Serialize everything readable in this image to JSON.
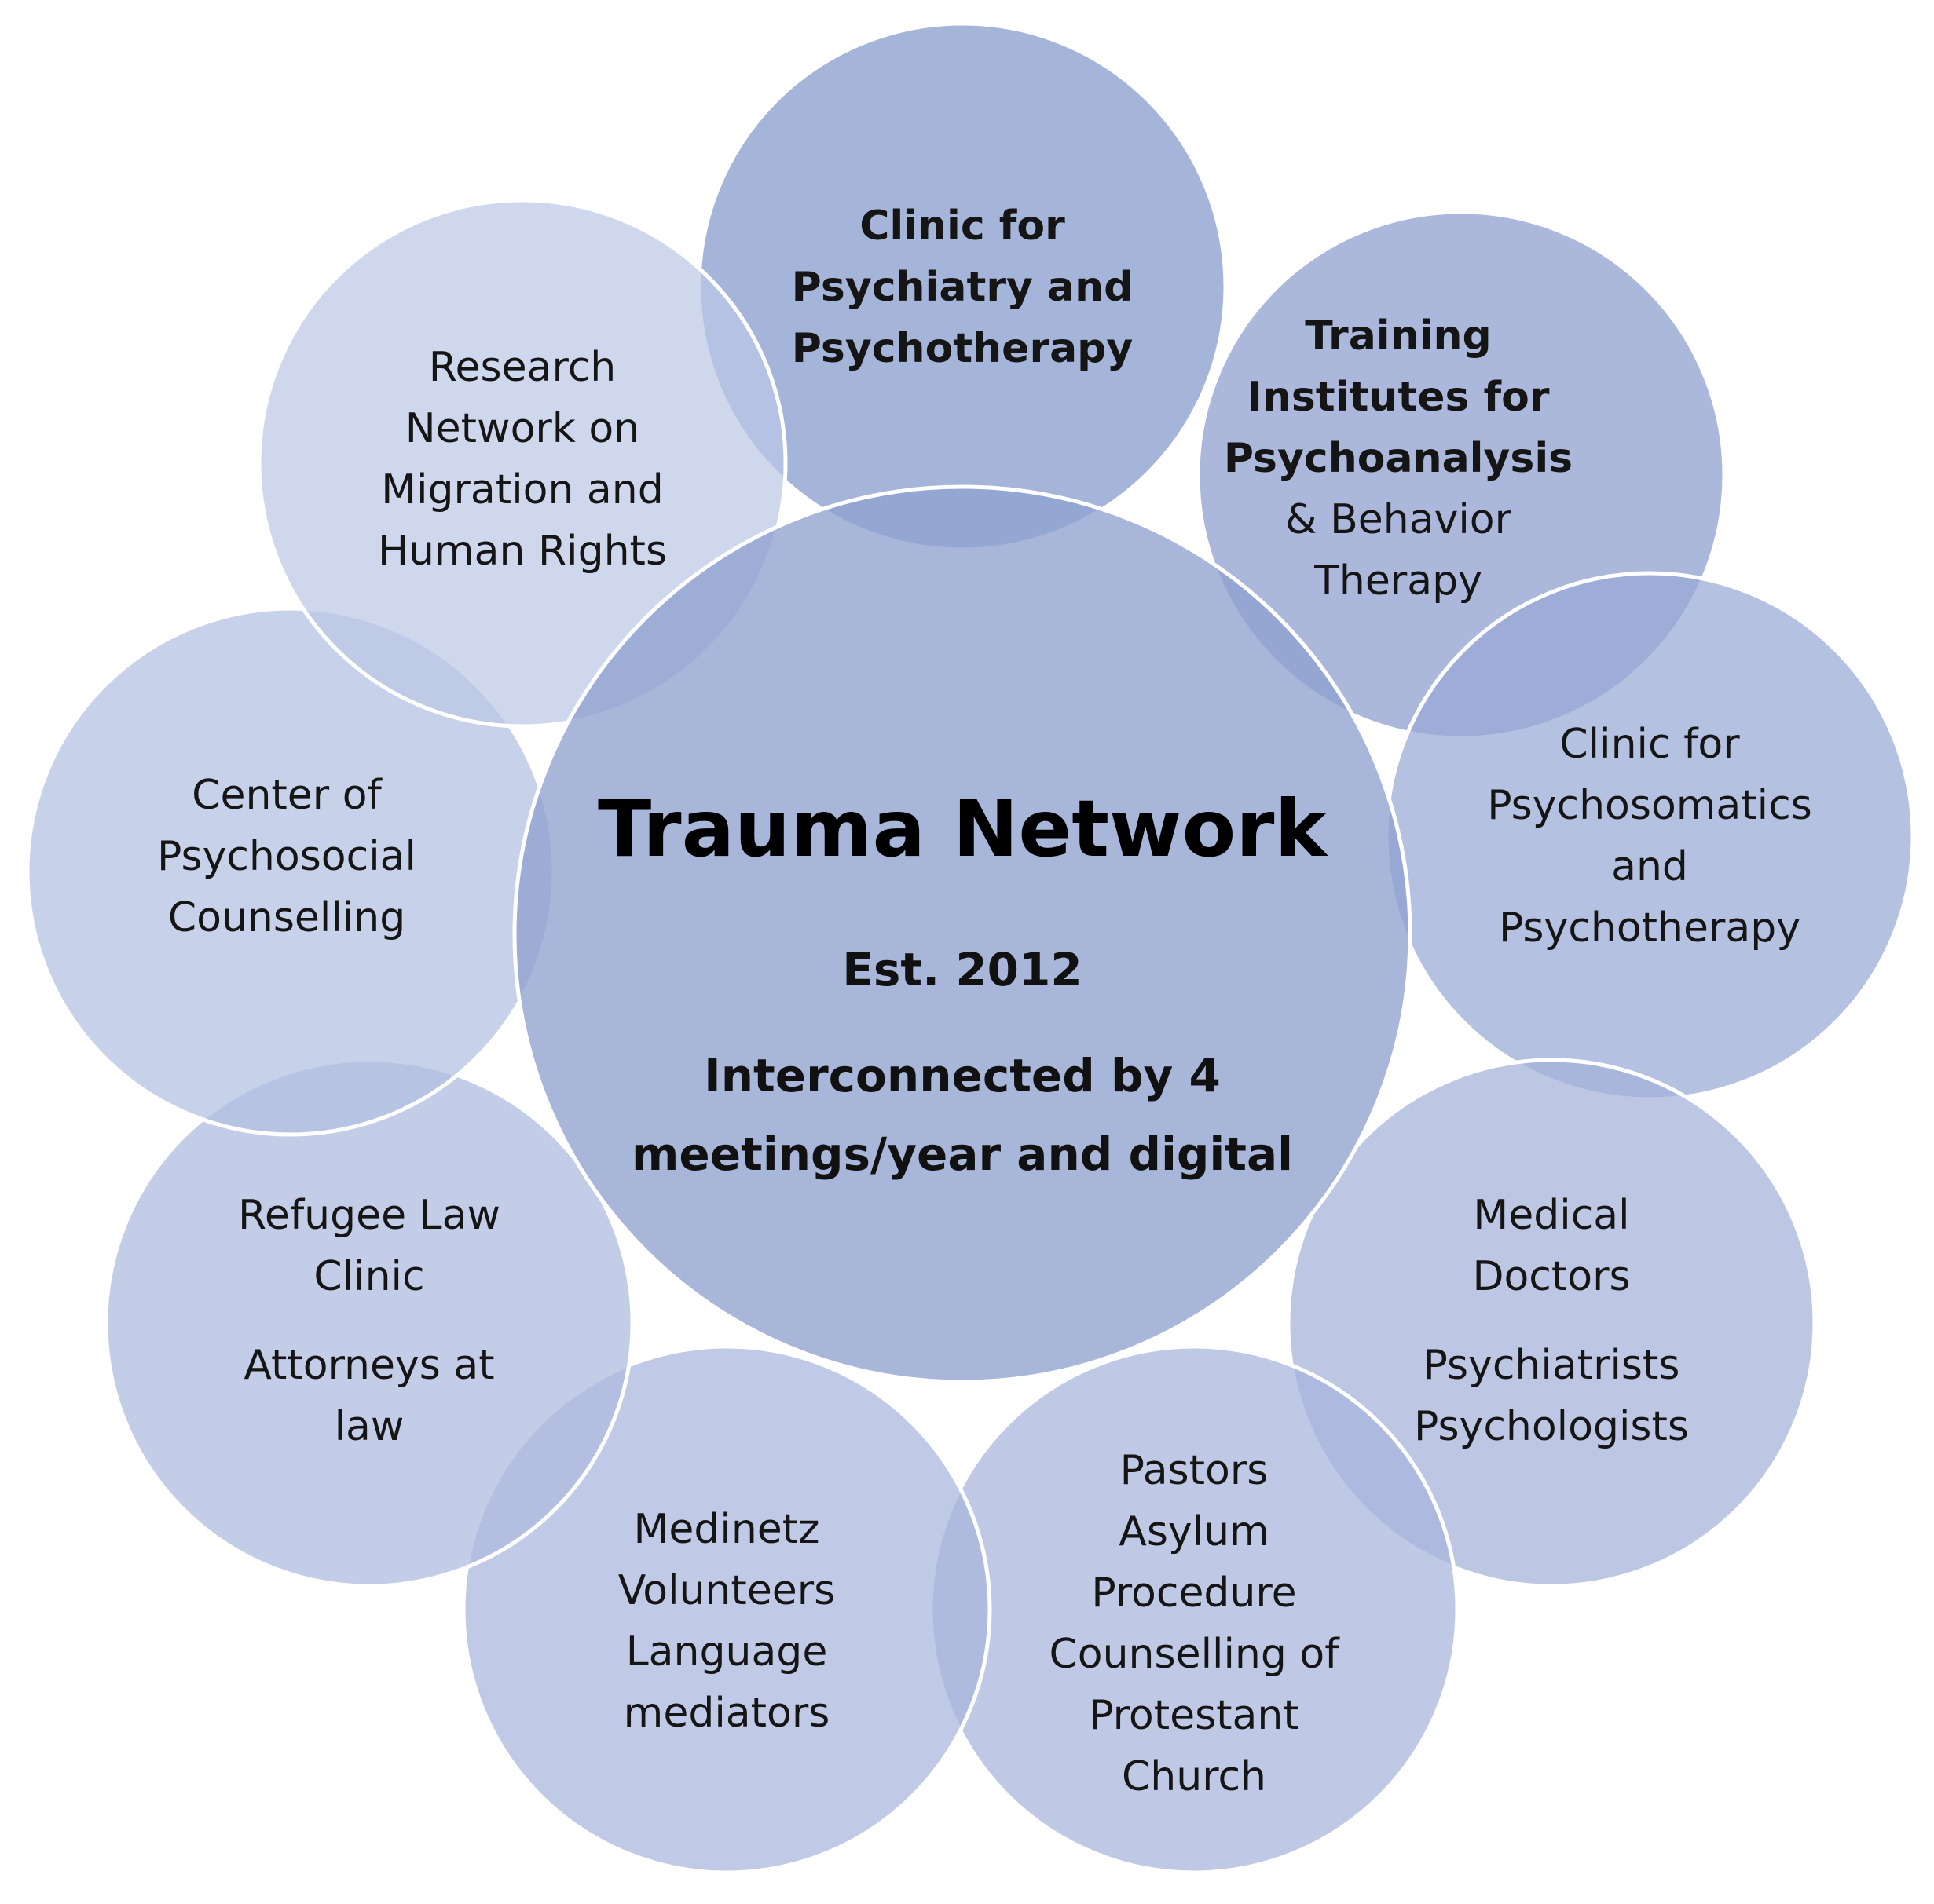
{
  "center": {
    "title": "Trauma Network",
    "established": "Est. 2012",
    "interconnect_line1": "Interconnected by 4",
    "interconnect_line2": "meetings/year and digital"
  },
  "nodes": [
    {
      "id": "clinic-psychiatry",
      "lines": [
        "Clinic for",
        "Psychiatry and",
        "Psychotherapy"
      ],
      "bold": true,
      "color": "#8297cb"
    },
    {
      "id": "training-institutes",
      "lines": [
        "Training",
        "Institutes for",
        "Psychoanalysis",
        "& Behavior",
        "Therapy"
      ],
      "bold_lines": [
        0,
        1,
        2
      ],
      "color": "#8a9dce"
    },
    {
      "id": "clinic-psychosomatics",
      "lines": [
        "Clinic for",
        "Psychosomatics",
        "and",
        "Psychotherapy"
      ],
      "bold": false,
      "color": "#98a9d5"
    },
    {
      "id": "medical-doctors",
      "lines": [
        "Medical",
        "Doctors",
        "",
        "Psychiatrists",
        "Psychologists"
      ],
      "bold": false,
      "color": "#a3b2da"
    },
    {
      "id": "pastors",
      "lines": [
        "Pastors",
        "Asylum",
        "Procedure",
        "Counselling of",
        "Protestant",
        "Church"
      ],
      "bold": false,
      "color": "#a6b4db"
    },
    {
      "id": "medinetz",
      "lines": [
        "Medinetz",
        "Volunteers",
        "Language",
        "mediators"
      ],
      "bold": false,
      "color": "#a8b6dc"
    },
    {
      "id": "refugee-law",
      "lines": [
        "Refugee Law",
        "Clinic",
        "",
        "Attorneys at",
        "law"
      ],
      "bold": false,
      "color": "#adbadf"
    },
    {
      "id": "psychosocial-counselling",
      "lines": [
        "Center of",
        "Psychosocial",
        "Counselling"
      ],
      "bold": false,
      "color": "#b2bfe1"
    },
    {
      "id": "research-network",
      "lines": [
        "Research",
        "Network on",
        "Migration and",
        "Human Rights"
      ],
      "bold": false,
      "color": "#bcc8e6"
    }
  ]
}
